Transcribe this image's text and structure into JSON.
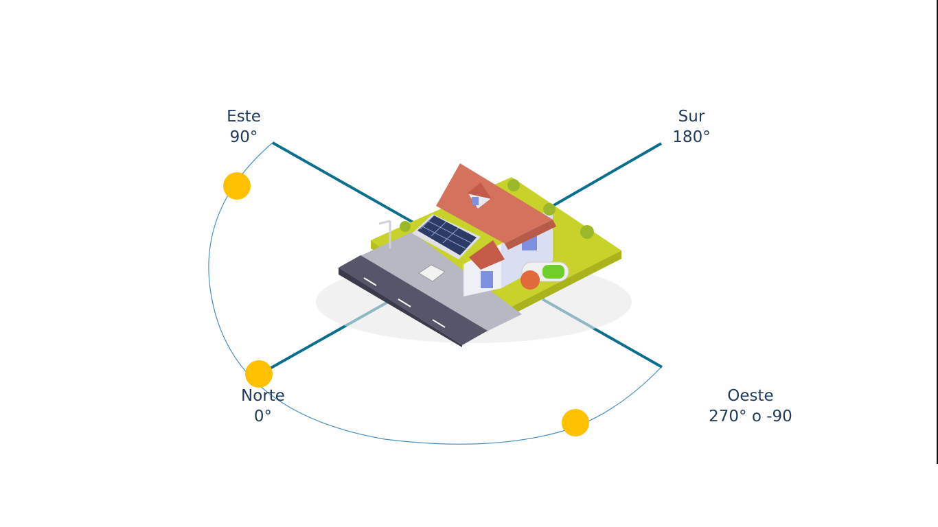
{
  "directions": {
    "east": {
      "name": "Este",
      "angle": "90°"
    },
    "south": {
      "name": "Sur",
      "angle": "180°"
    },
    "north": {
      "name": "Norte",
      "angle": "0°"
    },
    "west": {
      "name": "Oeste",
      "angle": "270° o -90"
    }
  },
  "colors": {
    "axis": "#0a6f8c",
    "arc": "#4a8fc4",
    "sun": "#ffc000",
    "label": "#1f3a5a",
    "roof": "#d4725e",
    "lawn": "#c8d22a",
    "road": "#55566a",
    "solar_panel": "#2c3a66",
    "battery_fill": "#6fcf2a"
  },
  "icons": {
    "house": "house-illustration-icon",
    "sun": "sun-icon"
  }
}
